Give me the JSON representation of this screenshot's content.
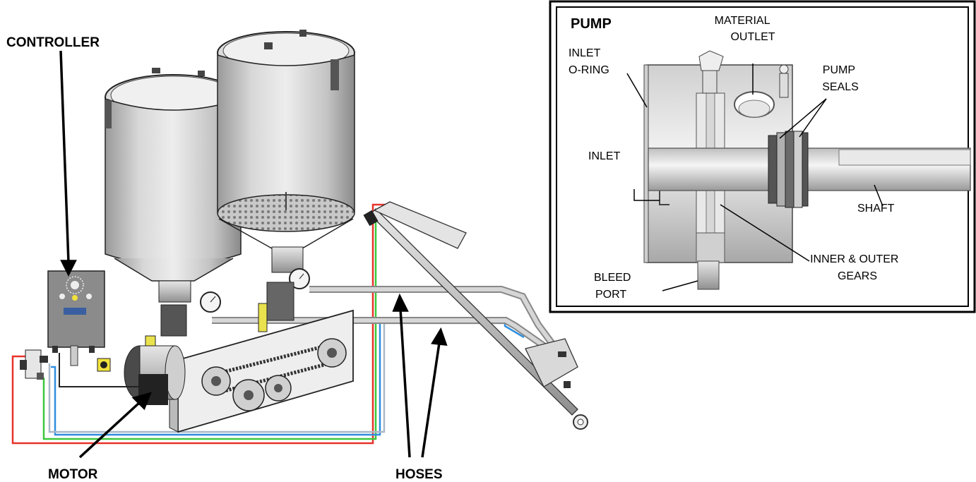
{
  "main_labels": {
    "controller": "CONTROLLER",
    "motor": "MOTOR",
    "hoses": "HOSES"
  },
  "inset": {
    "title": "PUMP",
    "material_outlet": [
      "MATERIAL",
      "OUTLET"
    ],
    "inlet_oring": [
      "INLET",
      "O-RING"
    ],
    "pump_seals": [
      "PUMP",
      "SEALS"
    ],
    "inlet": "INLET",
    "shaft": "SHAFT",
    "inner_outer_gears": [
      "INNER & OUTER",
      "GEARS"
    ],
    "bleed_port": [
      "BLEED",
      "PORT"
    ]
  },
  "colors": {
    "hose_red": "#e8322a",
    "hose_green": "#3cc83c",
    "hose_blue": "#2f8fe0",
    "metal": "#c8c8c8",
    "outline": "#222222"
  }
}
